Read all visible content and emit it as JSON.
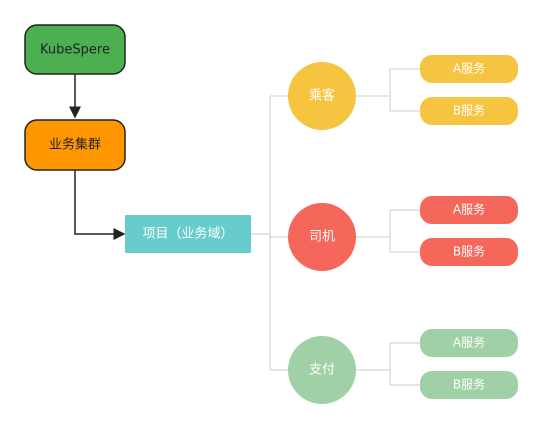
{
  "top_nodes": {
    "kubesphere": {
      "label": "KubeSpere",
      "color": "#4caf50"
    },
    "cluster": {
      "label": "业务集群",
      "color": "#ff9800"
    }
  },
  "project": {
    "label": "项目（业务域）",
    "color": "#66cccc"
  },
  "domains": [
    {
      "label": "乘客",
      "color": "#f5c542",
      "services": [
        {
          "label": "A服务",
          "color": "#f5c542"
        },
        {
          "label": "B服务",
          "color": "#f5c542"
        }
      ]
    },
    {
      "label": "司机",
      "color": "#f5675a",
      "services": [
        {
          "label": "A服务",
          "color": "#f5675a"
        },
        {
          "label": "B服务",
          "color": "#f5675a"
        }
      ]
    },
    {
      "label": "支付",
      "color": "#9fd0a6",
      "services": [
        {
          "label": "A服务",
          "color": "#9fd0a6"
        },
        {
          "label": "B服务",
          "color": "#9fd0a6"
        }
      ]
    }
  ],
  "colors": {
    "arrow": "#222222",
    "connector": "#cccccc"
  }
}
